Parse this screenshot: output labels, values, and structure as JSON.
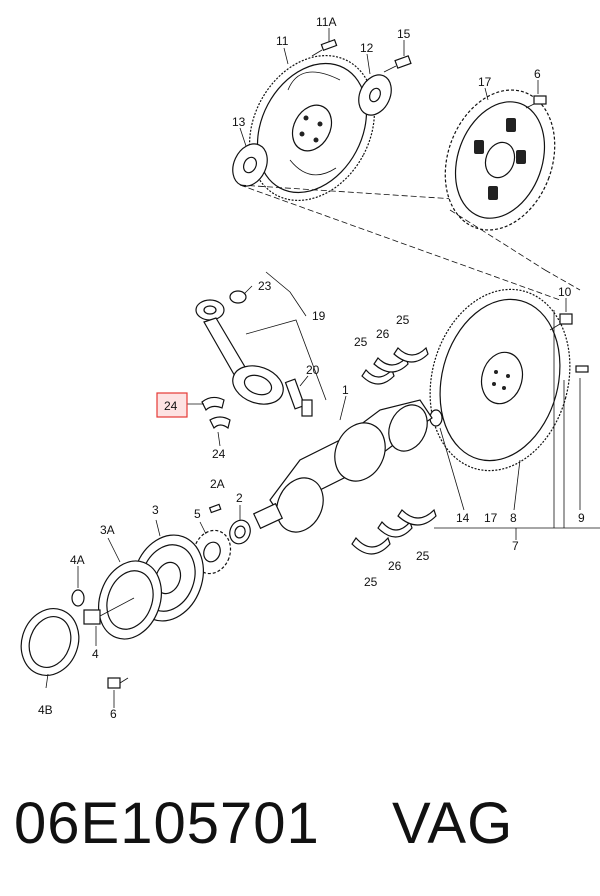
{
  "diagram": {
    "labels": {
      "l11A": "11A",
      "l11": "11",
      "l12": "12",
      "l15": "15",
      "l13": "13",
      "l17top": "17",
      "l6top": "6",
      "l23": "23",
      "l19": "19",
      "l10": "10",
      "l25a": "25",
      "l26a": "26",
      "l25b": "25",
      "l20": "20",
      "l24box": "24",
      "l1": "1",
      "l24": "24",
      "l2A": "2A",
      "l3": "3",
      "l3A": "3A",
      "l5": "5",
      "l2": "2",
      "l14": "14",
      "l17b": "17",
      "l8": "8",
      "l9": "9",
      "l7": "7",
      "l4A": "4A",
      "l25c": "25",
      "l26b": "26",
      "l25d": "25",
      "l4": "4",
      "l4B": "4B",
      "l6b": "6"
    },
    "highlight_color": "#e53935",
    "highlight_fill": "#fde3e3"
  },
  "footer": {
    "part_number": "06E105701",
    "brand": "VAG"
  }
}
